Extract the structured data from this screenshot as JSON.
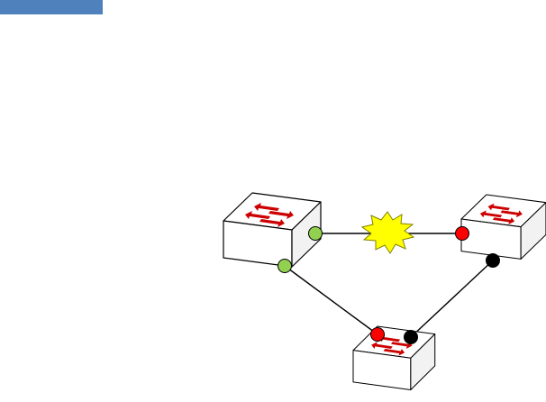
{
  "colors": {
    "header_bar": "#4f81bd",
    "link": "#000000",
    "switch_outline": "#000000",
    "switch_fill": "#ffffff",
    "switch_side": "#f2f2f2",
    "arrow": "#cc0000",
    "burst_fill": "#ffff00",
    "burst_stroke": "#808000",
    "port_green": "#92d050",
    "port_red": "#ff0000",
    "port_black": "#000000"
  },
  "switches": [
    {
      "id": "switch-top-left",
      "icon": "switch-icon"
    },
    {
      "id": "switch-top-right",
      "icon": "switch-icon"
    },
    {
      "id": "switch-bottom",
      "icon": "switch-icon"
    }
  ],
  "links": [
    {
      "id": "link-top",
      "from": "switch-top-left",
      "to": "switch-top-right",
      "fault": "burst-icon"
    },
    {
      "id": "link-left",
      "from": "switch-top-left",
      "to": "switch-bottom"
    },
    {
      "id": "link-right",
      "from": "switch-top-right",
      "to": "switch-bottom"
    }
  ],
  "ports": [
    {
      "id": "port-top-left-east",
      "state": "green"
    },
    {
      "id": "port-top-left-south",
      "state": "green"
    },
    {
      "id": "port-top-right-west",
      "state": "red"
    },
    {
      "id": "port-top-right-south",
      "state": "black"
    },
    {
      "id": "port-bottom-west",
      "state": "red"
    },
    {
      "id": "port-bottom-east",
      "state": "black"
    }
  ]
}
